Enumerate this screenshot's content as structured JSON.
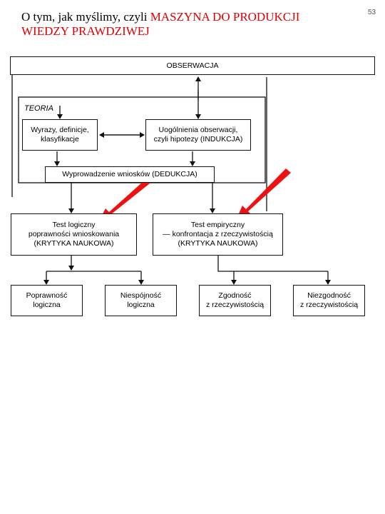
{
  "header": {
    "title_black": "O tym, jak myślimy, czyli ",
    "title_red_line1": "MASZYNA DO PRODUKCJI",
    "title_red_line2": "WIEDZY PRAWDZIWEJ",
    "page_number": "53"
  },
  "diagram": {
    "observation": "OBSERWACJA",
    "theory_label": "TEORIA",
    "terms": [
      "Wyrazy, definicje,",
      "klasyfikacje"
    ],
    "generalizations": [
      "Uogólnienia obserwacji,",
      "czyli hipotezy (INDUKCJA)"
    ],
    "deduction": "Wyprowadzenie wniosków (DEDUKCJA)",
    "logic_test": [
      "Test logiczny",
      "poprawności wnioskowania",
      "(KRYTYKA NAUKOWA)"
    ],
    "empirical_test": [
      "Test empiryczny",
      "— konfrontacja z rzeczywistością",
      "(KRYTYKA NAUKOWA)"
    ],
    "outcome1": [
      "Poprawność",
      "logiczna"
    ],
    "outcome2": [
      "Niespójność",
      "logiczna"
    ],
    "outcome3": [
      "Zgodność",
      "z rzeczywistością"
    ],
    "outcome4": [
      "Niezgodność",
      "z rzeczywistością"
    ]
  },
  "colors": {
    "title_red": "#e00000",
    "arrow_red": "#ee1111",
    "line": "#111111"
  }
}
